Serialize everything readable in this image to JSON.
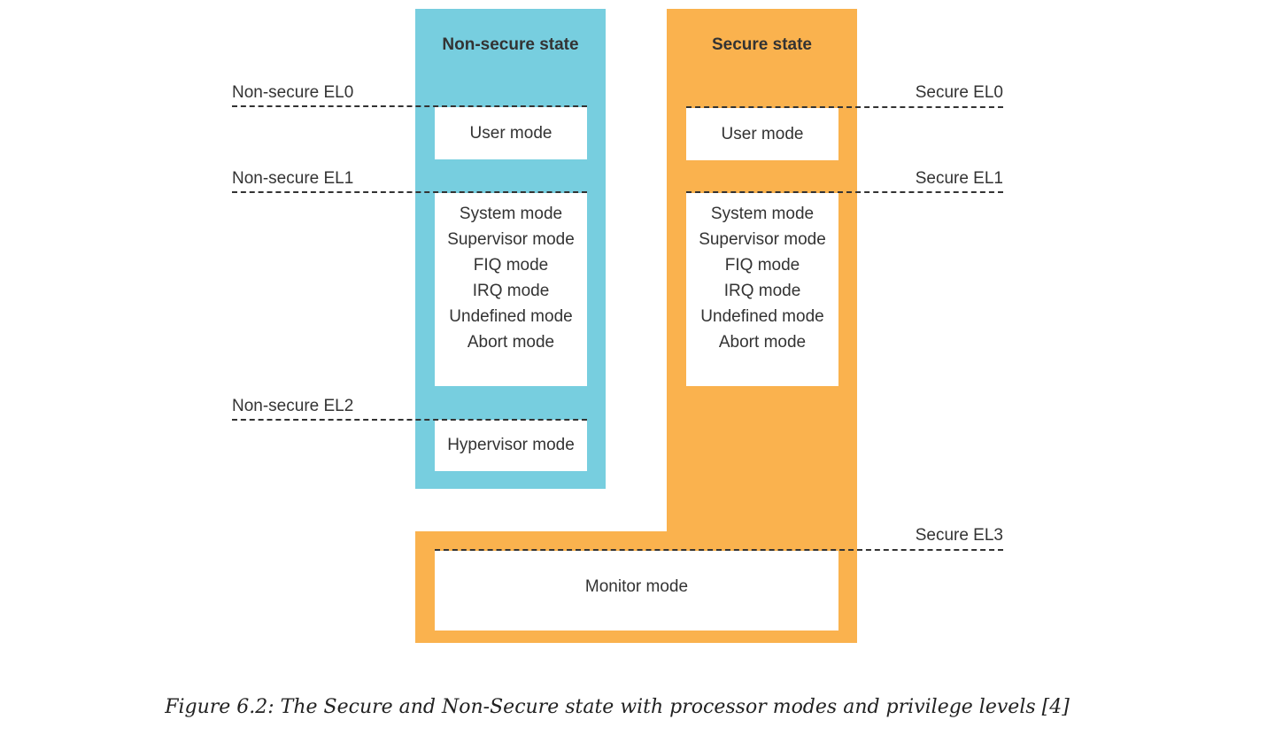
{
  "colors": {
    "non_secure": "#77cedf",
    "secure": "#fab24e",
    "box": "#ffffff",
    "text": "#333333"
  },
  "states": {
    "non_secure": {
      "title": "Non-secure state",
      "el0_box": [
        "User mode"
      ],
      "el1_box": [
        "System mode",
        "Supervisor mode",
        "FIQ mode",
        "IRQ mode",
        "Undefined mode",
        "Abort mode"
      ],
      "el2_box": [
        "Hypervisor mode"
      ]
    },
    "secure": {
      "title": "Secure state",
      "el0_box": [
        "User mode"
      ],
      "el1_box": [
        "System mode",
        "Supervisor mode",
        "FIQ mode",
        "IRQ mode",
        "Undefined mode",
        "Abort mode"
      ],
      "el3_box": [
        "Monitor mode"
      ]
    }
  },
  "levels": {
    "ns_el0": "Non-secure EL0",
    "ns_el1": "Non-secure EL1",
    "ns_el2": "Non-secure EL2",
    "s_el0": "Secure EL0",
    "s_el1": "Secure EL1",
    "s_el3": "Secure EL3"
  },
  "caption": "Figure 6.2: The Secure and Non-Secure state with processor modes and privilege levels [4]"
}
